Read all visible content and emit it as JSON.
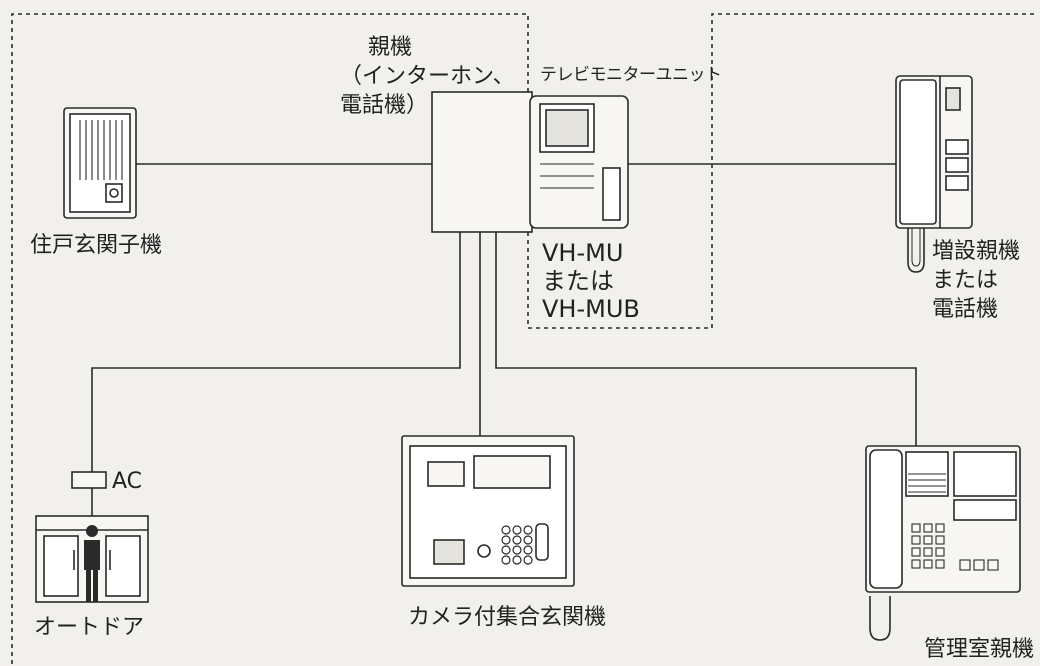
{
  "labels": {
    "main_unit": "親機",
    "main_unit_sub": "（インターホン、",
    "main_unit_sub2": "電話機）",
    "tv_monitor_unit": "テレビモニターユニット",
    "model_1": "VH-MU",
    "model_or": "または",
    "model_2": "VH-MUB",
    "entrance_slave": "住戸玄関子機",
    "extension_1": "増設親機",
    "extension_2": "または",
    "extension_3": "電話機",
    "ac": "AC",
    "auto_door": "オートドア",
    "camera_entrance": "カメラ付集合玄関機",
    "management_unit": "管理室親機"
  },
  "colors": {
    "line": "#2a2a2a",
    "device_fill": "#f7f6f2",
    "background": "#f1f0ec"
  }
}
